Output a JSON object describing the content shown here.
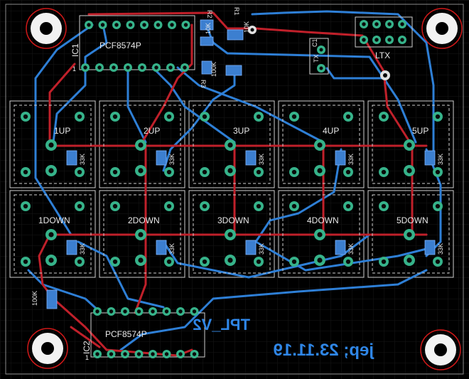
{
  "board": {
    "ic1": {
      "designator": "IC1",
      "part": "PCF8574P"
    },
    "ic2": {
      "designator": "IC2",
      "part": "PCF8574P"
    },
    "header": {
      "name": "LTX"
    },
    "resistor_top": [
      "10K",
      "10K"
    ],
    "resistor_left": "100K",
    "resistor_right": "100K",
    "small_labels": [
      "R1",
      "R2",
      "R3",
      "C1",
      "TX"
    ],
    "buttons_up": [
      "1UP",
      "2UP",
      "3UP",
      "4UP",
      "5UP"
    ],
    "buttons_down": [
      "1DOWN",
      "2DOWN",
      "3DOWN",
      "4DOWN",
      "5DOWN"
    ],
    "button_resistor": "33K",
    "pin1_marks": [
      "1",
      "1"
    ],
    "title": "TPL_V2",
    "credit": "jep; 23.11.19"
  },
  "colors": {
    "background": "#000000",
    "top_copper": "#c0202a",
    "bottom_copper": "#2e7fd6",
    "pads": "#36b38a",
    "silkscreen": "#cfcfcf",
    "hole_ring": "#d01818"
  }
}
